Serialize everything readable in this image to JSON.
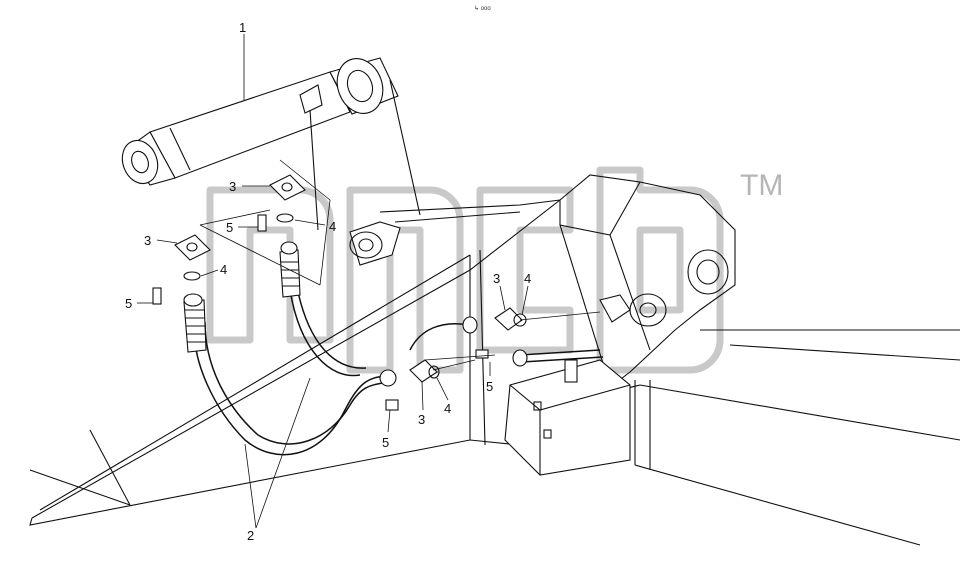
{
  "watermark": {
    "mark": "TM"
  },
  "top_mark": "↳ ooo",
  "callouts": {
    "cylinder": "1",
    "hoses": "2",
    "flange_upper": "3",
    "flange_left": "3",
    "flange_right": "3",
    "flange_mid": "3",
    "oring_upper": "4",
    "oring_left": "4",
    "oring_right": "4",
    "oring_mid": "4",
    "bolt_upper": "5",
    "bolt_left": "5",
    "bolt_right": "5",
    "bolt_mid": "5"
  }
}
